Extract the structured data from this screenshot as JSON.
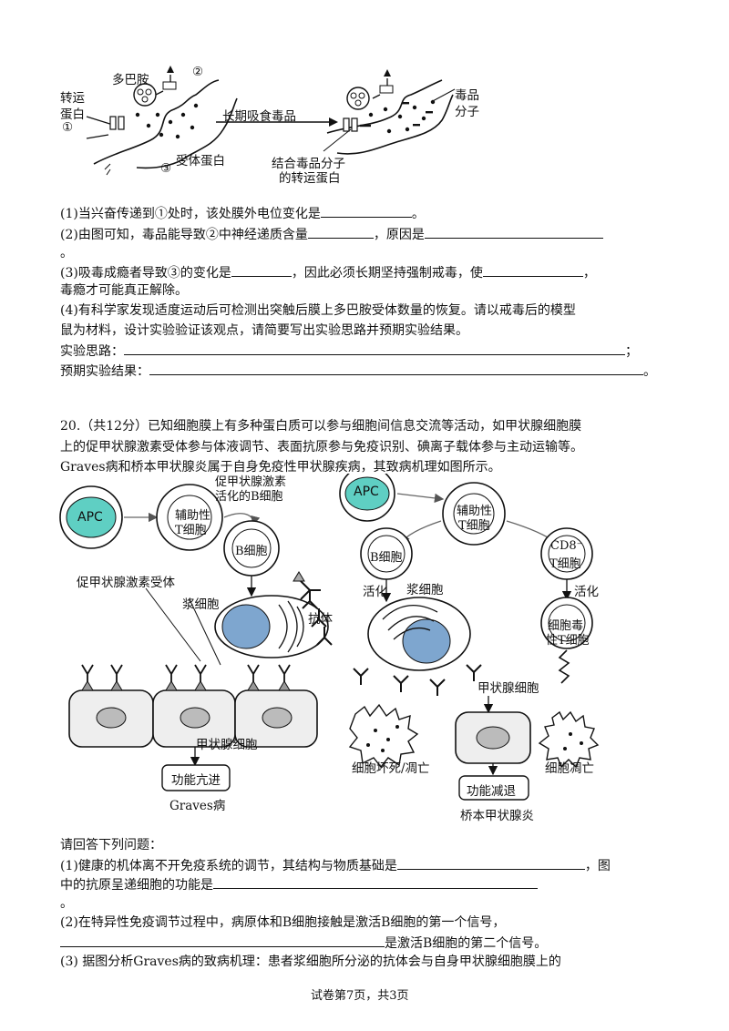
{
  "fig1": {
    "dopamine": "多巴胺",
    "transporter_l1": "转运",
    "transporter_l2": "蛋白",
    "mark1": "①",
    "mark2": "②",
    "mark3": "③",
    "receptor": "受体蛋白",
    "arrow_label": "长期吸食毒品",
    "drug_l1": "毒品",
    "drug_l2": "分子",
    "bound_l1": "结合毒品分子",
    "bound_l2": "的转运蛋白"
  },
  "q19": {
    "p1_a": "(1)当兴奋传递到①处时，该处膜外电位变化是",
    "p1_b": "。",
    "p2_a": "(2)由图可知，毒品能导致②中神经递质含量",
    "p2_b": "，原因是",
    "p2_c": "。",
    "p3_a": "(3)吸毒成瘾者导致③的变化是",
    "p3_b": "，因此必须长期坚持强制戒毒，使",
    "p3_c": "，",
    "p3_d": "毒瘾才可能真正解除。",
    "p4_a": "(4)有科学家发现适度运动后可检测出突触后膜上多巴胺受体数量的恢复。请以戒毒后的模型",
    "p4_b": "鼠为材料，设计实验验证该观点，请简要写出实验思路并预期实验结果。",
    "idea_label": "实验思路：",
    "idea_end": "；",
    "result_label": "预期实验结果：",
    "result_end": "。"
  },
  "q20": {
    "l1": "20.（共12分）已知细胞膜上有多种蛋白质可以参与细胞间信息交流等活动，如甲状腺细胞膜",
    "l2": "上的促甲状腺激素受体参与体液调节、表面抗原参与免疫识别、碘离子载体参与主动运输等。",
    "l3": "Graves病和桥本甲状腺炎属于自身免疫性甲状腺疾病，其致病机理如图所示。"
  },
  "fig2": {
    "apc": "APC",
    "th_l1": "辅助性",
    "th_l2": "T细胞",
    "activated_l1": "促甲状腺激素",
    "activated_l2": "活化的B细胞",
    "bcell": "B细胞",
    "tsh_receptor": "促甲状腺激素受体",
    "plasma": "浆细胞",
    "antibody": "抗体",
    "thyroid_cell": "甲状腺细胞",
    "hyper": "功能亢进",
    "graves": "Graves病",
    "apc_r": "APC",
    "th_r_l1": "辅助性",
    "th_r_l2": "T细胞",
    "b_r": "B细胞",
    "cd8_l1": "CD8⁻",
    "cd8_l2": "T细胞",
    "activate_l": "活化",
    "plasma_r": "浆细胞",
    "activate_r": "活化",
    "ctl_l1": "细胞毒",
    "ctl_l2": "性T细胞",
    "thyroid_r": "甲状腺细胞",
    "necrosis": "细胞坏死/凋亡",
    "apoptosis": "细胞凋亡",
    "hypo": "功能减退",
    "hashimoto": "桥本甲状腺炎"
  },
  "q20q": {
    "intro": "请回答下列问题：",
    "p1_a": "(1)健康的机体离不开免疫系统的调节，其结构与物质基础是",
    "p1_b": "，图",
    "p1_c": "中的抗原呈递细胞的功能是",
    "p1_d": "。",
    "p2_a": "(2)在特异性免疫调节过程中，病原体和B细胞接触是激活B细胞的第一个信号，",
    "p2_b": "是激活B细胞的第二个信号。",
    "p3": "(3) 据图分析Graves病的致病机理：患者浆细胞所分泌的抗体会与自身甲状腺细胞膜上的"
  },
  "footer": "试卷第7页，共3页"
}
